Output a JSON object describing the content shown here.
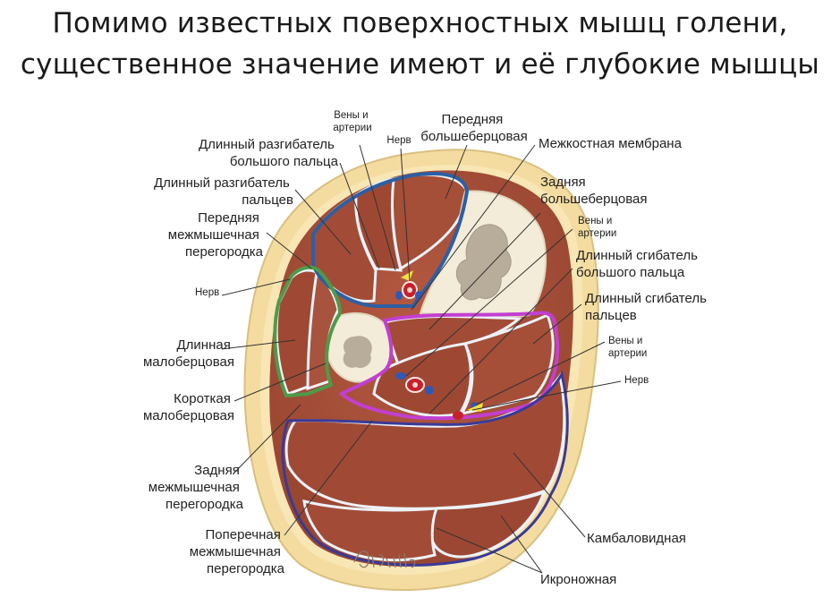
{
  "title": {
    "line1": "Помимо известных поверхностных мышц голени,",
    "line2": "существенное значение имеют и её глубокие мышцы"
  },
  "labels": {
    "veins_arteries_top": [
      "Вены и",
      "артерии"
    ],
    "nerve_top": "Нерв",
    "anterior_tibial": [
      "Передняя",
      "большеберцовая"
    ],
    "ext_hallucis_longus": [
      "Длинный разгибатель",
      "большого пальца"
    ],
    "interosseous_membrane": "Межкостная мембрана",
    "ext_digitorum_longus": [
      "Длинный разгибатель",
      "пальцев"
    ],
    "posterior_tibial": [
      "Задняя",
      "большеберцовая"
    ],
    "anterior_septum": [
      "Передняя",
      "межмышечная",
      "перегородка"
    ],
    "veins_arteries_mid": [
      "Вены и",
      "артерии"
    ],
    "flex_hallucis_longus": [
      "Длинный сгибатель",
      "большого пальца"
    ],
    "nerve_left": "Нерв",
    "flex_digitorum_longus": [
      "Длинный сгибатель",
      "пальцев"
    ],
    "peroneus_longus": [
      "Длинная",
      "малоберцовая"
    ],
    "veins_arteries_right": [
      "Вены и",
      "артерии"
    ],
    "nerve_right": "Нерв",
    "peroneus_brevis": [
      "Короткая",
      "малоберцовая"
    ],
    "posterior_septum": [
      "Задняя",
      "межмышечная",
      "перегородка"
    ],
    "transverse_septum": [
      "Поперечная",
      "межмышечная",
      "перегородка"
    ],
    "soleus": "Камбаловидная",
    "gastrocnemius": "Икроножная"
  },
  "colors": {
    "skin": "#f4dca0",
    "muscle": "#a8503a",
    "bone": "#f3ecd8",
    "marrow": "#b8ad9a",
    "anterior_compartment": "#2d5fa3",
    "lateral_compartment": "#4f9a48",
    "deep_posterior_compartment": "#c23fd1",
    "superficial_posterior_compartment": "#3a3a96",
    "artery": "#c8202a",
    "vein": "#3058b4",
    "nerve": "#f0e040"
  }
}
